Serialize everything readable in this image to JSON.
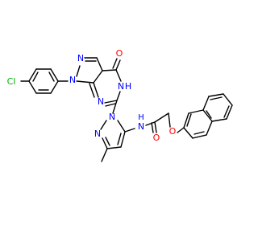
{
  "colors": {
    "bond": "#000000",
    "carbon": "#000000",
    "nitrogen": "#0000ff",
    "oxygen": "#ff0000",
    "chlorine": "#00b000"
  },
  "atoms": {
    "cl": "Cl",
    "n1": "N",
    "n2": "N",
    "n7": "N",
    "n5": "N",
    "h5": "H",
    "o4": "O",
    "npyr1": "N",
    "npyr2": "N",
    "nh_n": "N",
    "nh_h": "H",
    "amide_o": "O",
    "ether_o": "O"
  }
}
